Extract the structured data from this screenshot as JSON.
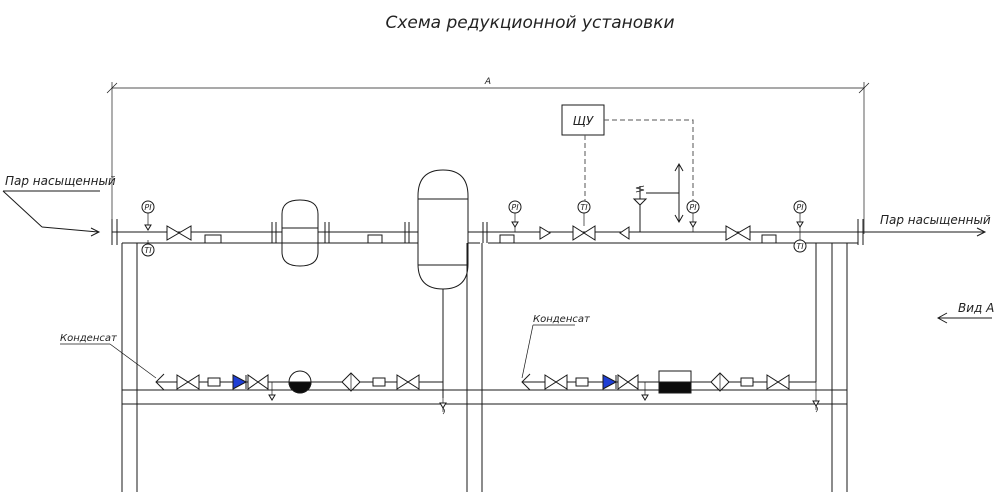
{
  "title": "Схема редукционной установки",
  "dimension_label": "A",
  "steam_inlet_label": "Пар  насыщенный",
  "steam_outlet_label": "Пар  насыщенный",
  "view_label": "Вид А",
  "condensate_label_left": "Конденсат",
  "condensate_label_right": "Конденсат",
  "control_cabinet_label": "ЩУ",
  "gauge_labels": {
    "pi_1": "PI",
    "ti_1": "TI",
    "pi_2": "PI",
    "ti_2": "TI",
    "pi_3": "PI",
    "pi_4": "PI",
    "ti_4": "TI"
  },
  "colors": {
    "line": "#1a1a1a",
    "check_valve_fill": "#1f3fd6",
    "solid_fill": "#0c0c0c",
    "control_signal": "#555555"
  }
}
